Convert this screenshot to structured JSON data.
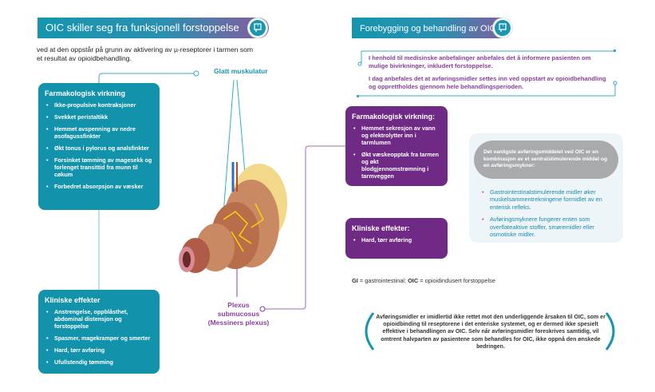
{
  "left": {
    "banner_title": "OIC skiller seg fra funksjonell forstoppelse",
    "banner_icon": "intestine-icon",
    "intro_line1": "ved at den oppstår på grunn av aktivering av µ-reseptorer i tarmen som",
    "intro_line2": "et resultat av opioidbehandling.",
    "smooth_muscle_label": "Glatt muskulatur",
    "plexus_label_1": "Plexus",
    "plexus_label_2": "submucosus",
    "plexus_label_3": "(Messiners plexus)",
    "pharm": {
      "title": "Farmakologisk virkning",
      "items": [
        "Ikke-propulsive kontraksjoner",
        "Svekket peristaltikk",
        "Hemmet avspenning av nedre øsofagussfinkter",
        "Økt tonus i pylorus og analsfinkter",
        "Forsinket tømming av magesekk og forlenget transittid fra munn til cøkum",
        "Forbedret absorpsjon av væsker"
      ]
    },
    "clinical": {
      "title": "Kliniske effekter",
      "items": [
        "Anstrengelse, oppblåsthet, abdominal distensjon og forstoppelse",
        "Spasmer, magekramper og smerter",
        "Hard, tørr avføring",
        "Ufullstendig tømming"
      ]
    }
  },
  "right": {
    "banner_title": "Forebygging og behandling av OIC",
    "banner_icon": "intestine-icon",
    "recommendations": [
      "I henhold til medisinske anbefalinger anbefales det å informere pasienten om mulige bivirkninger, inkludert forstoppelse.",
      "I dag anbefales det at avføringsmidler settes inn ved oppstart av opioidbehandling og opprettholdes gjennom hele behandlingsperioden."
    ],
    "pharm": {
      "title": "Farmakologisk virkning:",
      "items": [
        "Hemmet sekresjon av vann og elektrolytter inn i tarmlumen",
        "Økt væskeopptak fra tarmen og økt blodgjennomstrømning i tarmveggen"
      ]
    },
    "clinical": {
      "title": "Kliniske effekter:",
      "items": [
        "Hard, tørr avføring"
      ]
    },
    "laxative": {
      "pill": "Det vanligste avføringsmiddelet ved OIC er en kombinasjon av et sentralstimulerende middel og en avføringsmykner:",
      "items": [
        "Gastrointestinalstimulerende midler øker muskelsammentrekningene formidlet av en enterisk refleks.",
        "Avføringsmyknere fungerer enten som overflateaktive stoffer, smøremidler eller osmotiske midler."
      ]
    },
    "footnote_gi": "GI",
    "footnote_gi_text": " = gastrointestinal; ",
    "footnote_oic": "OIC",
    "footnote_oic_text": " = opioidindusert forstoppelse",
    "quote": "Avføringsmidler er imidlertid ikke rettet mot den underliggende årsaken til OIC, som er opioidbinding til reseptorene i det enteriske systemet, og er dermed ikke spesielt effektive i behandlingen av OIC. Selv når avføringsmidler foreskrives samtidig, vil omtrent halvparten av pasientene som behandles for OIC, ikke oppnå den ønskede bedringen."
  },
  "colors": {
    "teal": "#1393ab",
    "purple": "#6e2a85",
    "label_purple": "#8b3fa0",
    "pill_gray": "#a9aaac"
  }
}
